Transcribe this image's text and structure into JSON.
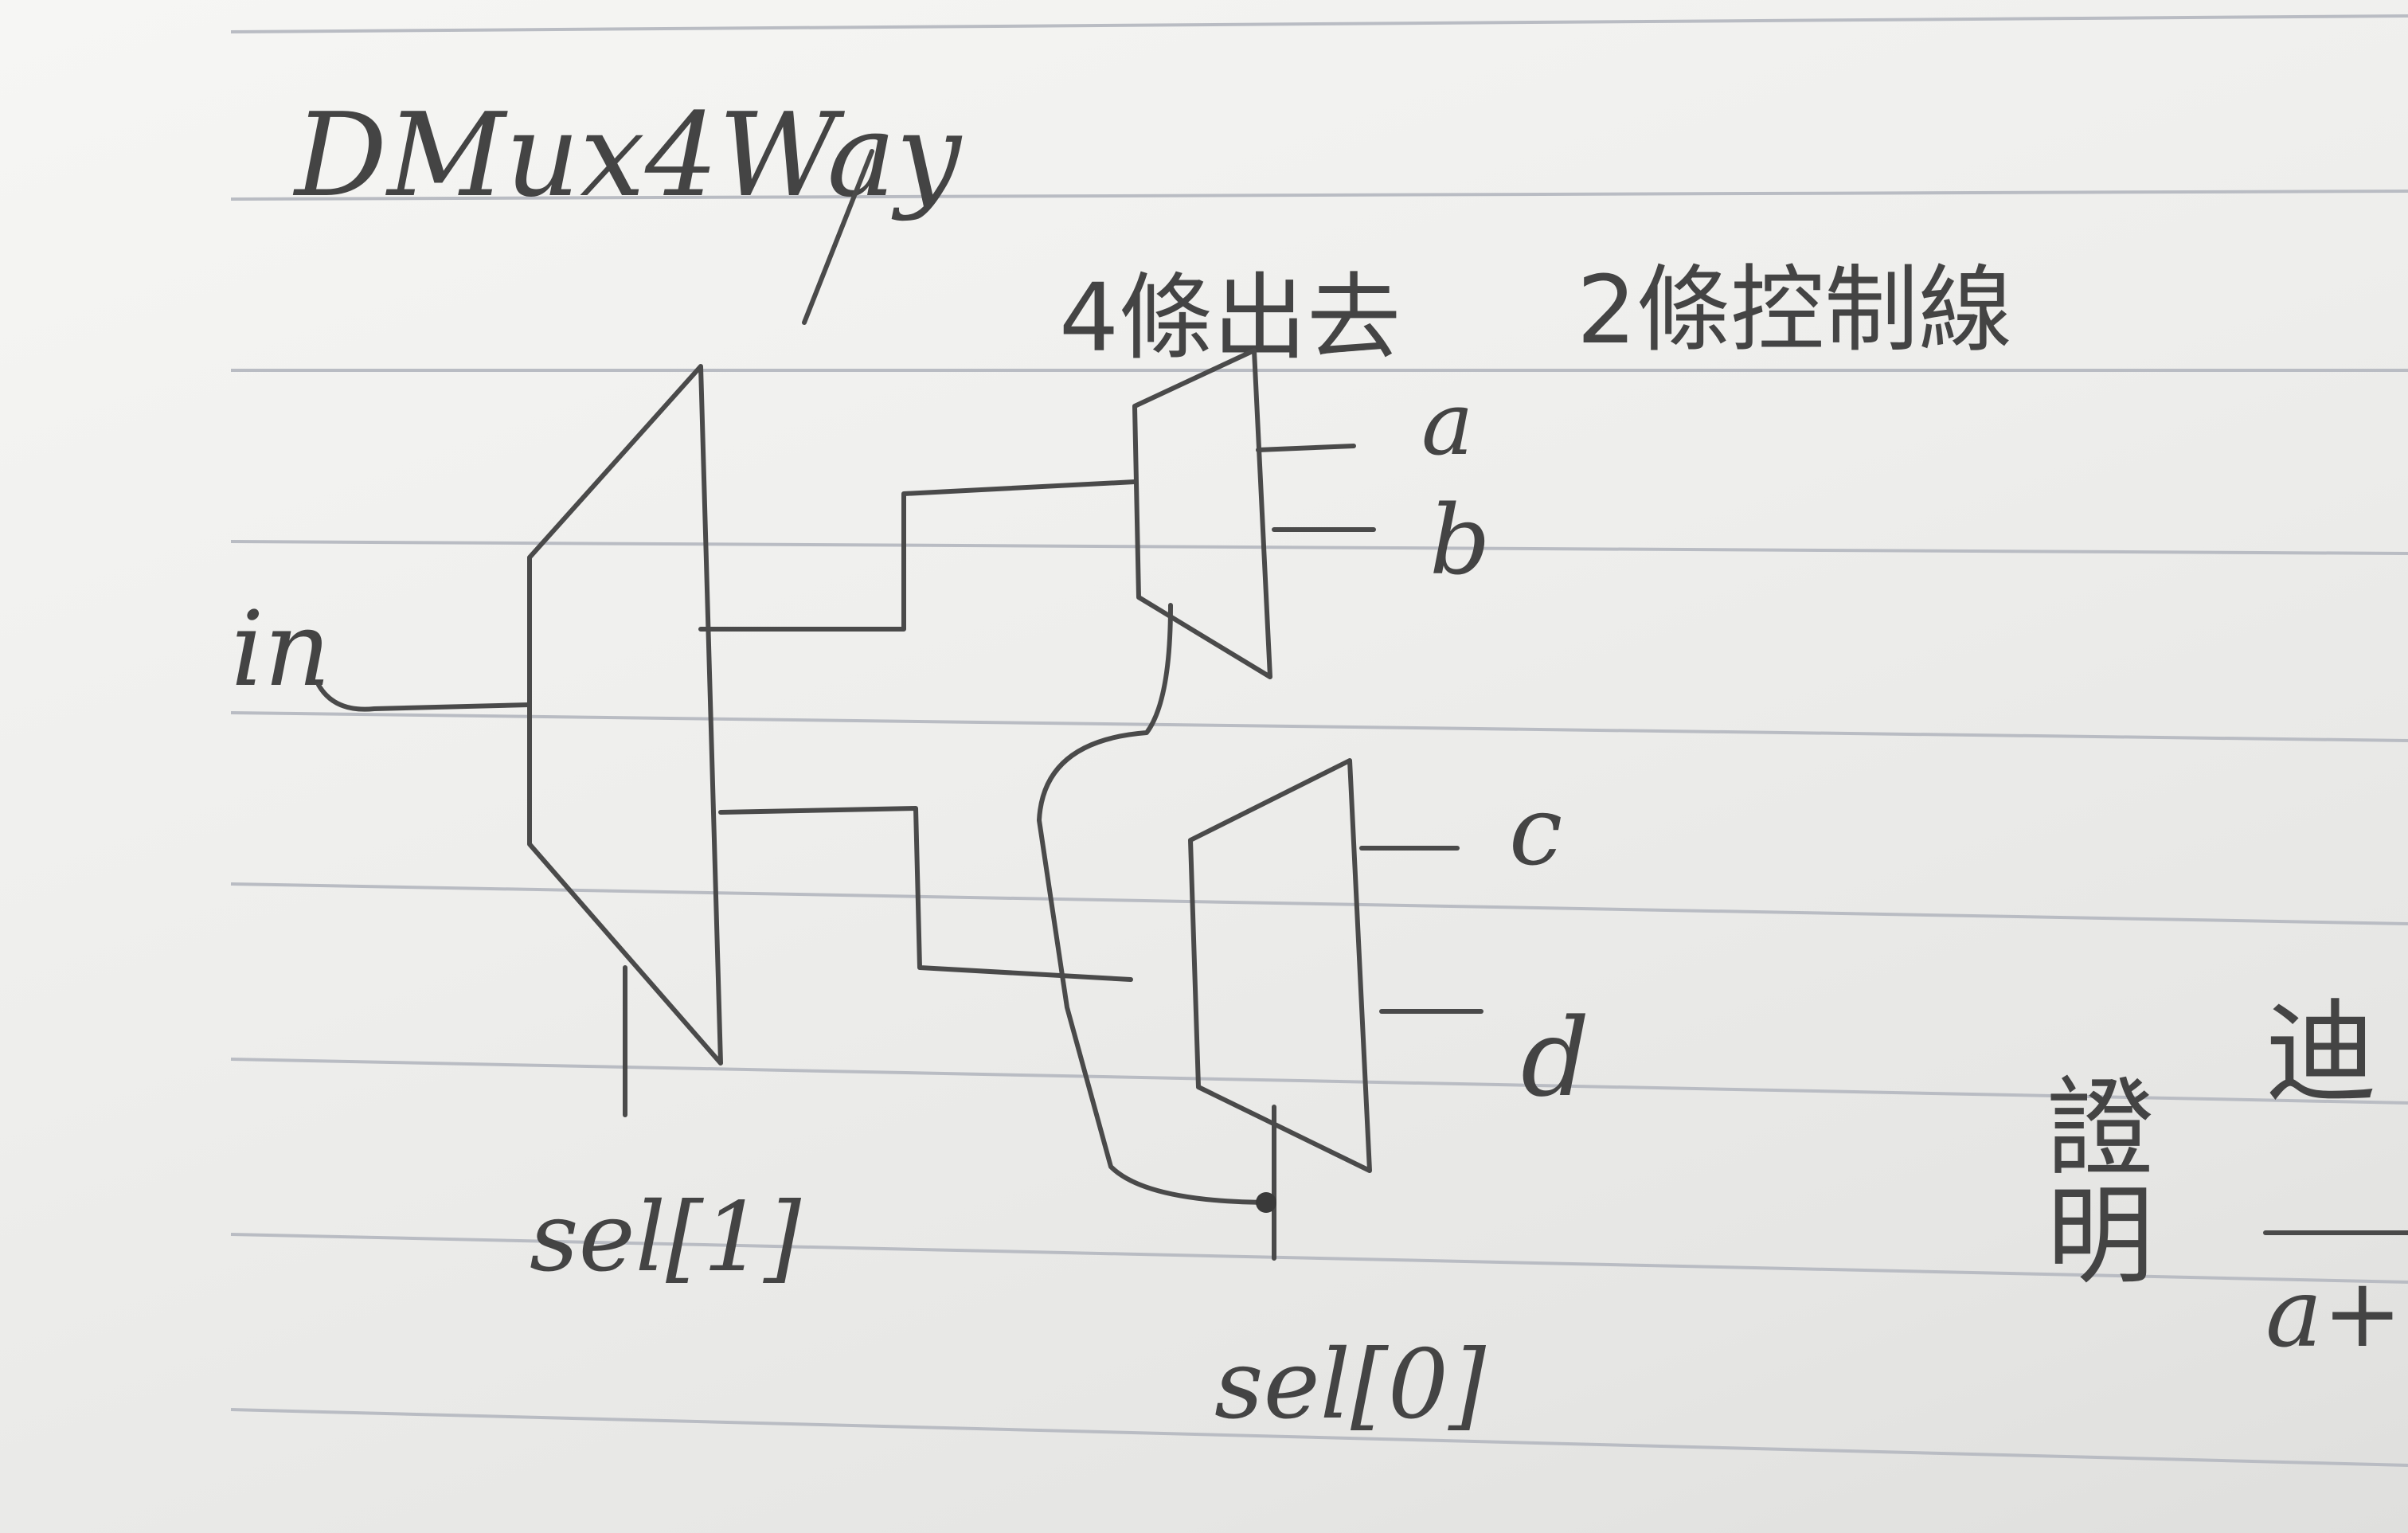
{
  "title": "DMux4Way",
  "note_outputs": "4條出去",
  "note_controls": "2條控制線",
  "input_label": "in",
  "outputs": [
    "a",
    "b",
    "c",
    "d"
  ],
  "select_labels": {
    "sel1": "sel[1]",
    "sel0": "sel[0]"
  },
  "margin_text": {
    "left": "證明",
    "right": "迪",
    "bottom": "a+"
  }
}
